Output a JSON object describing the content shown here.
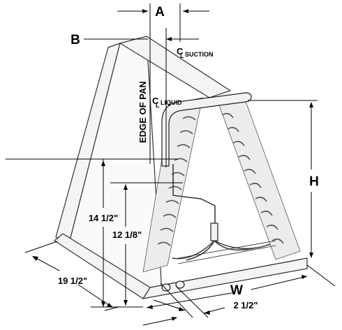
{
  "labels": {
    "A": "A",
    "B": "B",
    "H": "H",
    "W": "W",
    "edge_of_pan": "EDGE OF PAN",
    "cl_suction_c": "C",
    "cl_suction_l": "L",
    "cl_suction_text": "SUCTION",
    "cl_liquid_c": "C",
    "cl_liquid_l": "L",
    "cl_liquid_text": "LIQUID",
    "dim_14_5": "14 1/2\"",
    "dim_12_1_8": "12 1/8\"",
    "dim_19_5": "19 1/2\"",
    "dim_2_5": "2 1/2\""
  }
}
